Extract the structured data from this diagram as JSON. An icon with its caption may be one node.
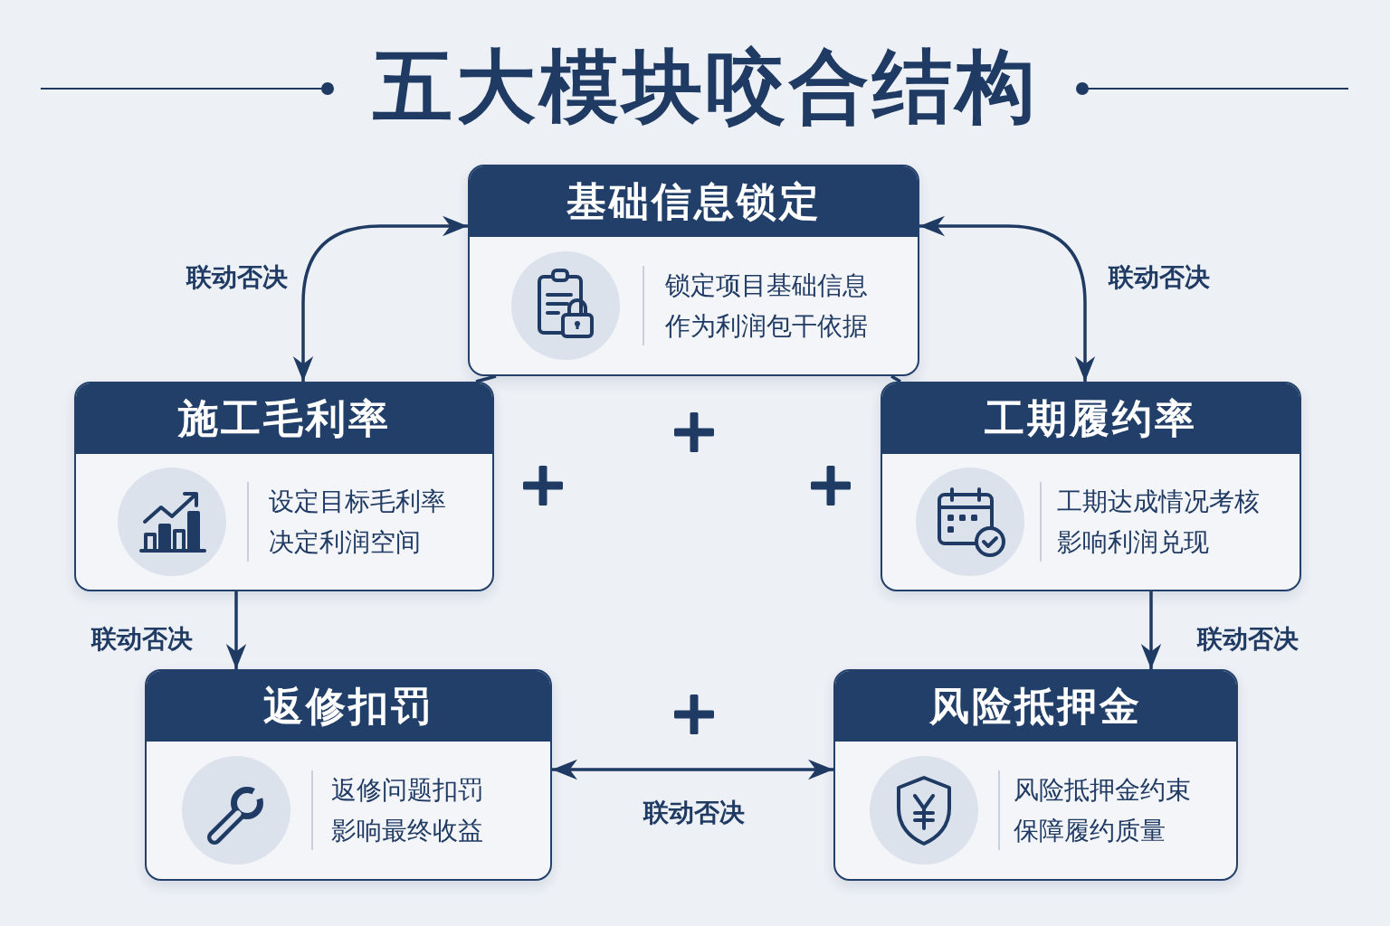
{
  "diagram": {
    "title": "五大模块咬合结构",
    "nodes": [
      {
        "text": [
          "基础信息锁定",
          "锁定项目基础信息作为利润包干依据"
        ]
      },
      {
        "text": [
          "施工毛利率",
          "设定目标毛利率决定利润空间"
        ]
      },
      {
        "text": [
          "工期履约率",
          "工期达成情况考核影响利润兑现"
        ]
      },
      {
        "text": [
          "返修扣罚",
          "返修问题扣罚影响最终收益"
        ]
      },
      {
        "text": [
          "风险抵押金",
          "风险抵押金约束保障履约质量"
        ]
      }
    ],
    "edges": [
      {
        "from": 1,
        "to": 0,
        "arrow": "both",
        "label": "联动否决"
      },
      {
        "from": 0,
        "to": 2,
        "arrow": "both",
        "label": "联动否决"
      },
      {
        "from": 1,
        "to": 3,
        "arrow": "to",
        "label": "联动否决"
      },
      {
        "from": 2,
        "to": 4,
        "arrow": "to",
        "label": "联动否决"
      },
      {
        "from": 3,
        "to": 4,
        "arrow": "both",
        "label": "联动否决"
      },
      {
        "from": 0,
        "to": 1,
        "arrow": "none"
      },
      {
        "from": 0,
        "to": 2,
        "arrow": "none"
      }
    ]
  }
}
